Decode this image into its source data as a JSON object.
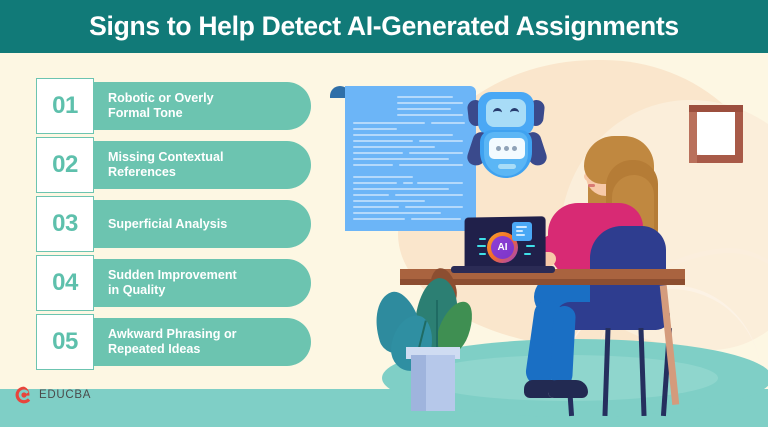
{
  "header": {
    "title": "Signs to Help Detect AI-Generated Assignments",
    "background_color": "#117a78",
    "text_color": "#ffffff"
  },
  "theme": {
    "page_background": "#fdf7e3",
    "pill_color": "#6cc4b0",
    "number_color": "#5ec0ac",
    "floor_color": "#7fcfc6",
    "accent_peach": "#fae6cc"
  },
  "list": {
    "items": [
      {
        "number": "01",
        "label": "Robotic or Overly\nFormal Tone"
      },
      {
        "number": "02",
        "label": "Missing Contextual\nReferences"
      },
      {
        "number": "03",
        "label": "Superficial Analysis"
      },
      {
        "number": "04",
        "label": "Sudden Improvement\nin Quality"
      },
      {
        "number": "05",
        "label": "Awkward Phrasing or\nRepeated Ideas"
      }
    ]
  },
  "logo": {
    "text": "EDUCBA",
    "mark_color": "#e8453c",
    "text_color": "#4b4b4b"
  },
  "illustration": {
    "laptop_badge_label": "AI",
    "scene_elements": [
      "document-sheet",
      "chat-robot",
      "laptop",
      "seated-woman",
      "stool",
      "desk",
      "potted-plant",
      "wall-picture-frame"
    ]
  }
}
